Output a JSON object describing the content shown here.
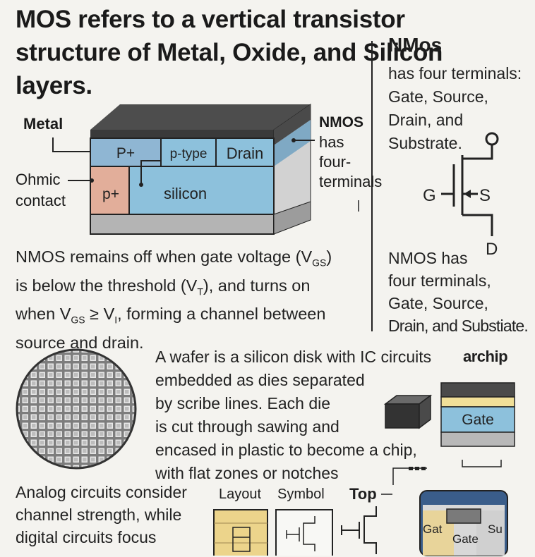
{
  "title": "MOS refers to a vertical transistor structure of Metal, Oxide, and Silicon layers.",
  "nmos_panel": {
    "heading": "NMos",
    "text": "has four terminals: Gate, Source, Drain, and Substrate.",
    "symbol_labels": {
      "gate": "G",
      "source": "S",
      "drain": "D"
    },
    "bottom_text_1": "NMOS has",
    "bottom_text_2": "four terminals,",
    "bottom_text_3": "Gate, Source,",
    "bottom_text_4": "Drain, and Substiate."
  },
  "cross_section": {
    "label_metal": "Metal",
    "label_ohmic_1": "Ohmic",
    "label_ohmic_2": "contact",
    "region_p_plus_top": "P+",
    "region_p_type": "p-type",
    "region_drain": "Drain",
    "region_p_plus_left": "p+",
    "region_silicon": "silicon",
    "side_1": "NMOS",
    "side_2": "has",
    "side_3": "four-",
    "side_4": "terminals"
  },
  "threshold_text": {
    "line1_a": "NMOS remains off when gate voltage (V",
    "line1_sub": "GS",
    "line1_b": ")",
    "line2_a": "is below the threshold (V",
    "line2_sub": "T",
    "line2_b": "), and turns on",
    "line3_a": "when V",
    "line3_sub1": "GS",
    "line3_b": " ≥ V",
    "line3_sub2": "I",
    "line3_c": ", forming a channel between",
    "line4": "source and drain."
  },
  "wafer_text": {
    "line1": "A wafer is a silicon disk with IC circuits",
    "line2": "embedded as dies separated",
    "line3": "by scribe lines. Each die",
    "line4": "is cut through sawing and",
    "line5": "encased in plastic to become a chip,",
    "line6": "with flat zones or notches"
  },
  "chip_stack": {
    "label": "archip",
    "gate": "Gate"
  },
  "analog_text": {
    "line1": "Analog circuits consider",
    "line2": "channel strength, while",
    "line3": "digital circuits focus"
  },
  "bottom_labels": {
    "layout": "Layout",
    "symbol": "Symbol",
    "top": "Top"
  },
  "package": {
    "gat": "Gat",
    "gate": "Gate",
    "su": "Su"
  },
  "colors": {
    "metal": "#4a4a4a",
    "p_plus_top": "#8fb6d3",
    "silicon": "#8dc1dc",
    "p_plus_left": "#e2ae9a",
    "substrate": "#b4b4b4",
    "gate_yellow": "#f0df98",
    "layout_yellow": "#ecd48b"
  }
}
